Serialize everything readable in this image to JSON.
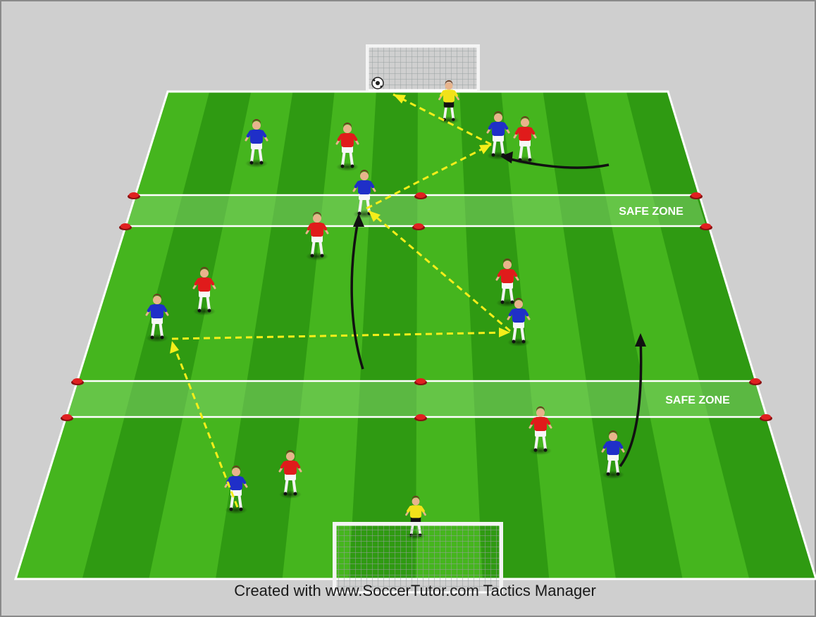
{
  "zones": [
    {
      "label": "SAFE ZONE"
    },
    {
      "label": "SAFE ZONE"
    }
  ],
  "credit": "Created with www.SoccerTutor.com Tactics Manager",
  "colors": {
    "background": "#cfcfcf",
    "grass_dark": "#2f9a12",
    "grass_light": "#45b51e",
    "safe_zone": "#7fd26a",
    "line": "#ffffff",
    "team_blue": "#1f2fc8",
    "team_red": "#e01b1b",
    "goalkeeper": "#f2e21a",
    "cone": "#e02020",
    "pass_arrow": "#f5ee1a",
    "run_arrow": "#111111"
  },
  "players": [
    {
      "team": "blue"
    },
    {
      "team": "red"
    },
    {
      "team": "blue"
    },
    {
      "team": "red"
    },
    {
      "team": "blue"
    },
    {
      "team": "red"
    },
    {
      "team": "red"
    },
    {
      "team": "blue"
    },
    {
      "team": "red"
    },
    {
      "team": "blue"
    },
    {
      "team": "blue"
    },
    {
      "team": "red"
    },
    {
      "team": "red"
    },
    {
      "team": "blue"
    },
    {
      "team": "keeper"
    },
    {
      "team": "keeper"
    }
  ],
  "icons": [
    "soccer-ball-icon",
    "goal-net-icon",
    "cone-icon",
    "player-icon"
  ]
}
